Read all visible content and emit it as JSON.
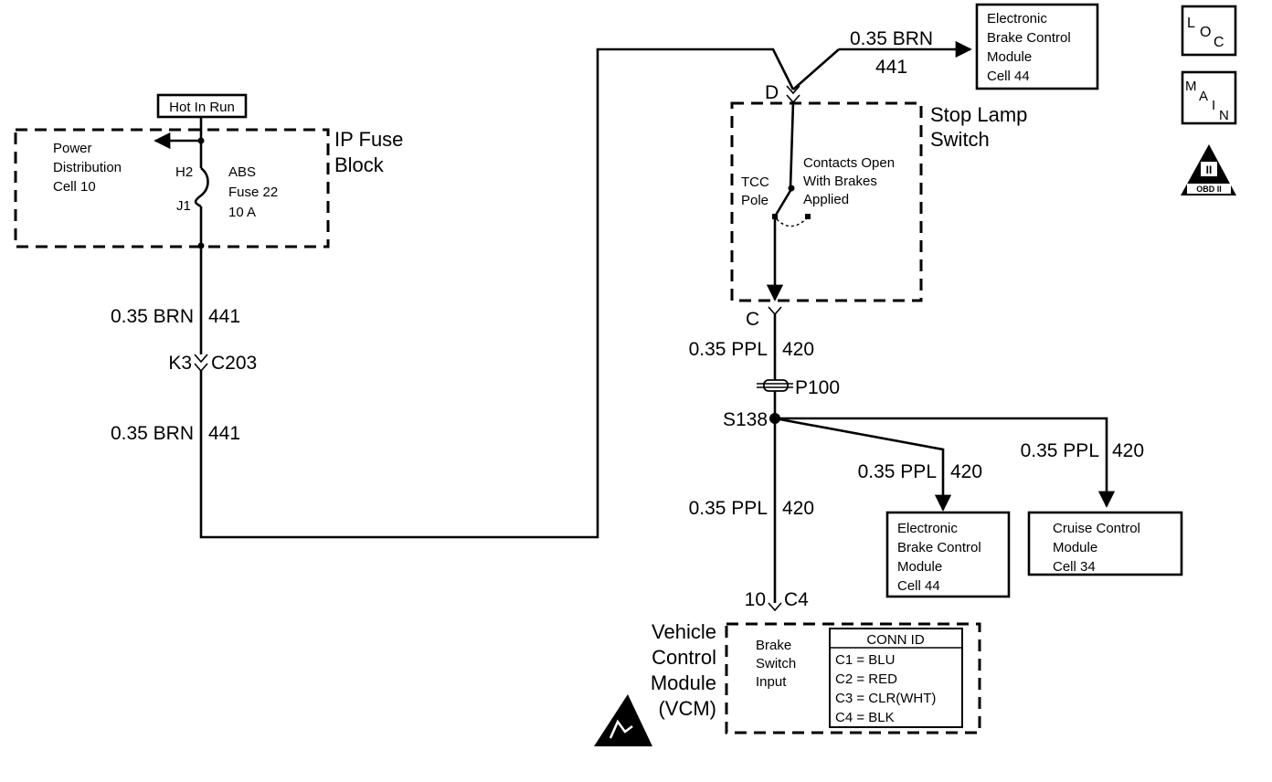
{
  "hot_in_run": "Hot In Run",
  "ip_fuse_block": {
    "title_line1": "IP Fuse",
    "title_line2": "Block",
    "fuse_name": "ABS",
    "fuse_number": "Fuse  22",
    "fuse_rating": "10 A",
    "pin_in": "H2",
    "pin_out": "J1"
  },
  "power_distribution": {
    "line1": "Power",
    "line2": "Distribution",
    "line3": "Cell 10"
  },
  "left_wire_top": {
    "gauge_color": "0.35 BRN",
    "circuit": "441"
  },
  "connector_c203": {
    "pin": "K3",
    "name": "C203"
  },
  "left_wire_bottom": {
    "gauge_color": "0.35 BRN",
    "circuit": "441"
  },
  "top_wire": {
    "gauge_color": "0.35 BRN",
    "circuit": "441"
  },
  "ebcm_top": {
    "line1": "Electronic",
    "line2": "Brake Control",
    "line3": "Module",
    "line4": "Cell 44"
  },
  "stop_lamp_switch": {
    "title_line1": "Stop Lamp",
    "title_line2": "Switch",
    "terminal_in": "D",
    "terminal_out": "C",
    "pole_line1": "TCC",
    "pole_line2": "Pole",
    "note_line1": "Contacts Open",
    "note_line2": "With Brakes",
    "note_line3": "Applied"
  },
  "wire_c_to_p100": {
    "gauge_color": "0.35 PPL",
    "circuit": "420"
  },
  "pass_through": "P100",
  "splice": "S138",
  "branch_ebcm": {
    "gauge_color": "0.35 PPL",
    "circuit": "420"
  },
  "branch_cruise": {
    "gauge_color": "0.35 PPL",
    "circuit": "420"
  },
  "wire_to_vcm": {
    "gauge_color": "0.35 PPL",
    "circuit": "420"
  },
  "ebcm_bottom": {
    "line1": "Electronic",
    "line2": "Brake Control",
    "line3": "Module",
    "line4": "Cell 44"
  },
  "cruise_module": {
    "line1": "Cruise Control",
    "line2": "Module",
    "line3": "Cell 34"
  },
  "vcm_connector": {
    "pin": "10",
    "name": "C4"
  },
  "vcm": {
    "line1": "Vehicle",
    "line2": "Control",
    "line3": "Module",
    "line4": "(VCM)",
    "input_line1": "Brake",
    "input_line2": "Switch",
    "input_line3": "Input"
  },
  "conn_id": {
    "header": "CONN ID",
    "rows": [
      "C1 = BLU",
      "C2 = RED",
      "C3 = CLR(WHT)",
      "C4 = BLK"
    ]
  },
  "loc_icon": {
    "l": "L",
    "o": "O",
    "c": "C"
  },
  "main_icon": {
    "m": "M",
    "a": "A",
    "i": "I",
    "n": "N"
  },
  "obd_icon": {
    "numeral": "II",
    "label": "OBD II"
  }
}
